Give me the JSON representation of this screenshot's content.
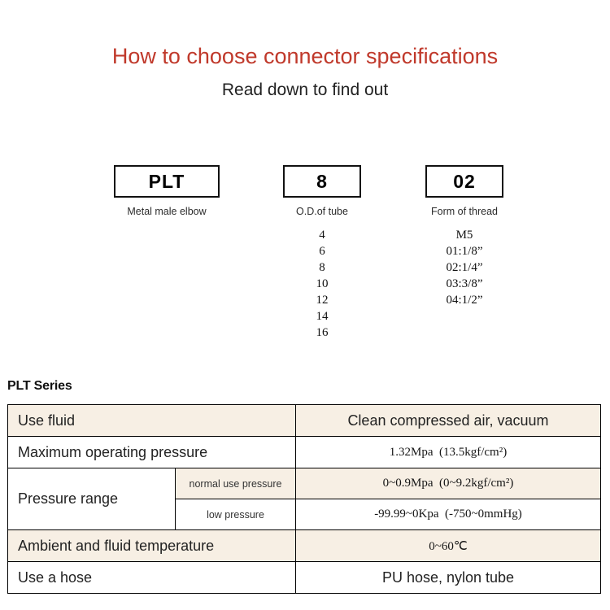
{
  "header": {
    "title": "How to choose connector specifications",
    "subtitle": "Read down to find out",
    "title_color": "#c0392b"
  },
  "code_breakdown": {
    "columns": [
      {
        "code": "PLT",
        "caption": "Metal male elbow",
        "options": []
      },
      {
        "code": "8",
        "caption": "O.D.of tube",
        "options": [
          "4",
          "6",
          "8",
          "10",
          "12",
          "14",
          "16"
        ]
      },
      {
        "code": "02",
        "caption": "Form of thread",
        "options": [
          "M5",
          "01:1/8”",
          "02:1/4”",
          "03:3/8”",
          "04:1/2”"
        ]
      }
    ]
  },
  "series": {
    "label": "PLT Series"
  },
  "spec_table": {
    "shade_color": "#f7efe4",
    "rows": [
      {
        "label": "Use fluid",
        "sub": null,
        "value": "Clean compressed air, vacuum",
        "shaded": true,
        "value_small": false
      },
      {
        "label": "Maximum operating pressure",
        "sub": null,
        "value": "1.32Mpa  (13.5kgf/cm²)",
        "shaded": false,
        "value_small": true
      },
      {
        "label": "Pressure range",
        "sub": "normal use pressure",
        "value": "0~0.9Mpa  (0~9.2kgf/cm²)",
        "shaded": true,
        "value_small": true
      },
      {
        "label": "",
        "sub": "low pressure",
        "value": "-99.99~0Kpa  (-750~0mmHg)",
        "shaded": false,
        "value_small": true
      },
      {
        "label": "Ambient and fluid temperature",
        "sub": null,
        "value": "0~60℃",
        "shaded": true,
        "value_small": true
      },
      {
        "label": "Use a hose",
        "sub": null,
        "value": "PU hose, nylon tube",
        "shaded": false,
        "value_small": false
      }
    ]
  }
}
